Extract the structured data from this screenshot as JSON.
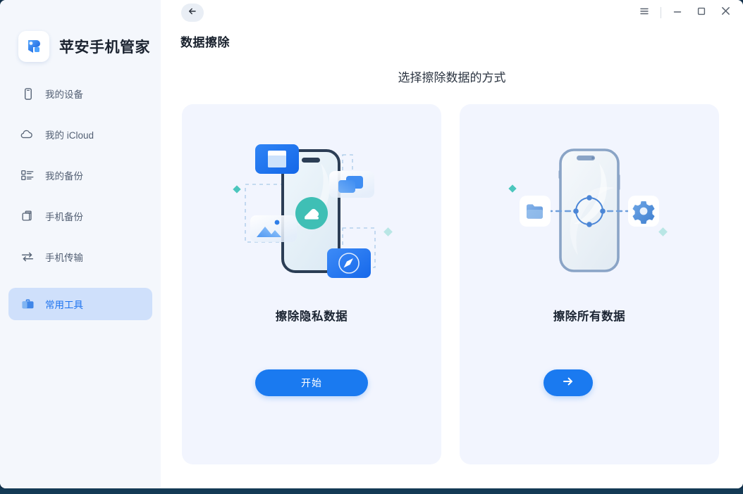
{
  "app": {
    "brand_name": "苹安手机管家",
    "logo_icon": "app-logo-icon"
  },
  "sidebar": {
    "items": [
      {
        "label": "我的设备",
        "icon": "phone-icon",
        "active": false
      },
      {
        "label": "我的 iCloud",
        "icon": "cloud-icon",
        "active": false
      },
      {
        "label": "我的备份",
        "icon": "list-icon",
        "active": false
      },
      {
        "label": "手机备份",
        "icon": "copy-icon",
        "active": false
      },
      {
        "label": "手机传输",
        "icon": "transfer-icon",
        "active": false
      },
      {
        "label": "常用工具",
        "icon": "toolbox-icon",
        "active": true
      }
    ]
  },
  "titlebar": {
    "back_icon": "arrow-left-icon",
    "menu_icon": "hamburger-menu-icon",
    "minimize_icon": "minimize-icon",
    "maximize_icon": "maximize-icon",
    "close_icon": "close-icon"
  },
  "main": {
    "page_title": "数据擦除",
    "section_title": "选择擦除数据的方式",
    "cards": [
      {
        "title": "擦除隐私数据",
        "cta_label": "开始",
        "cta_icon": "",
        "illustration": "erase-private-data-illustration"
      },
      {
        "title": "擦除所有数据",
        "cta_label": "",
        "cta_icon": "arrow-right-icon",
        "illustration": "erase-all-data-illustration"
      }
    ]
  },
  "colors": {
    "accent": "#1a7af0",
    "sidebar_bg": "#f4f7fc",
    "card_bg": "#f2f5fe",
    "active_nav_bg": "#cfe0fb",
    "active_nav_text": "#1b72ef",
    "teal": "#3fbfb5"
  }
}
